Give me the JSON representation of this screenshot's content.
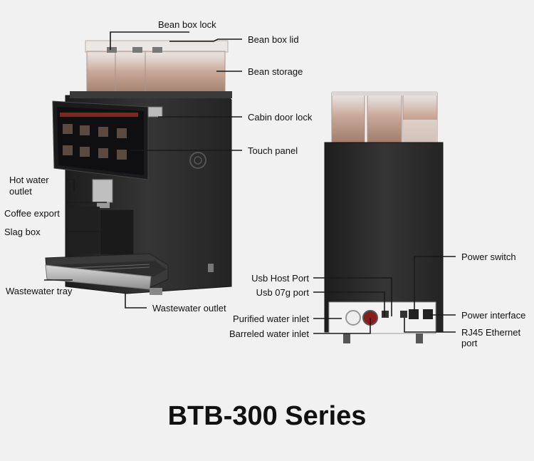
{
  "labels": {
    "bean_box_lock": "Bean box lock",
    "bean_box_lid": "Bean box lid",
    "bean_storage": "Bean storage",
    "cabin_door_lock": "Cabin door lock",
    "touch_panel": "Touch panel",
    "hot_water_outlet_1": "Hot water",
    "hot_water_outlet_2": "outlet",
    "coffee_export": "Coffee export",
    "slag_box": "Slag box",
    "wastewater_tray": "Wastewater tray",
    "wastewater_outlet": "Wastewater outlet",
    "usb_host_port": "Usb Host Port",
    "usb_07g_port": "Usb 07g port",
    "purified_water_inlet": "Purified water inlet",
    "barreled_water_inlet": "Barreled water inlet",
    "power_switch": "Power switch",
    "power_interface": "Power interface",
    "rj45_1": "RJ45 Ethernet",
    "rj45_2": "port"
  },
  "title": "BTB-300 Series",
  "colors": {
    "background": "#f1f1f1",
    "machine_body": "#2b2b2b",
    "bean_hopper": "#c9a999",
    "screen": "#0f0f12",
    "line": "#1a1a1a"
  }
}
